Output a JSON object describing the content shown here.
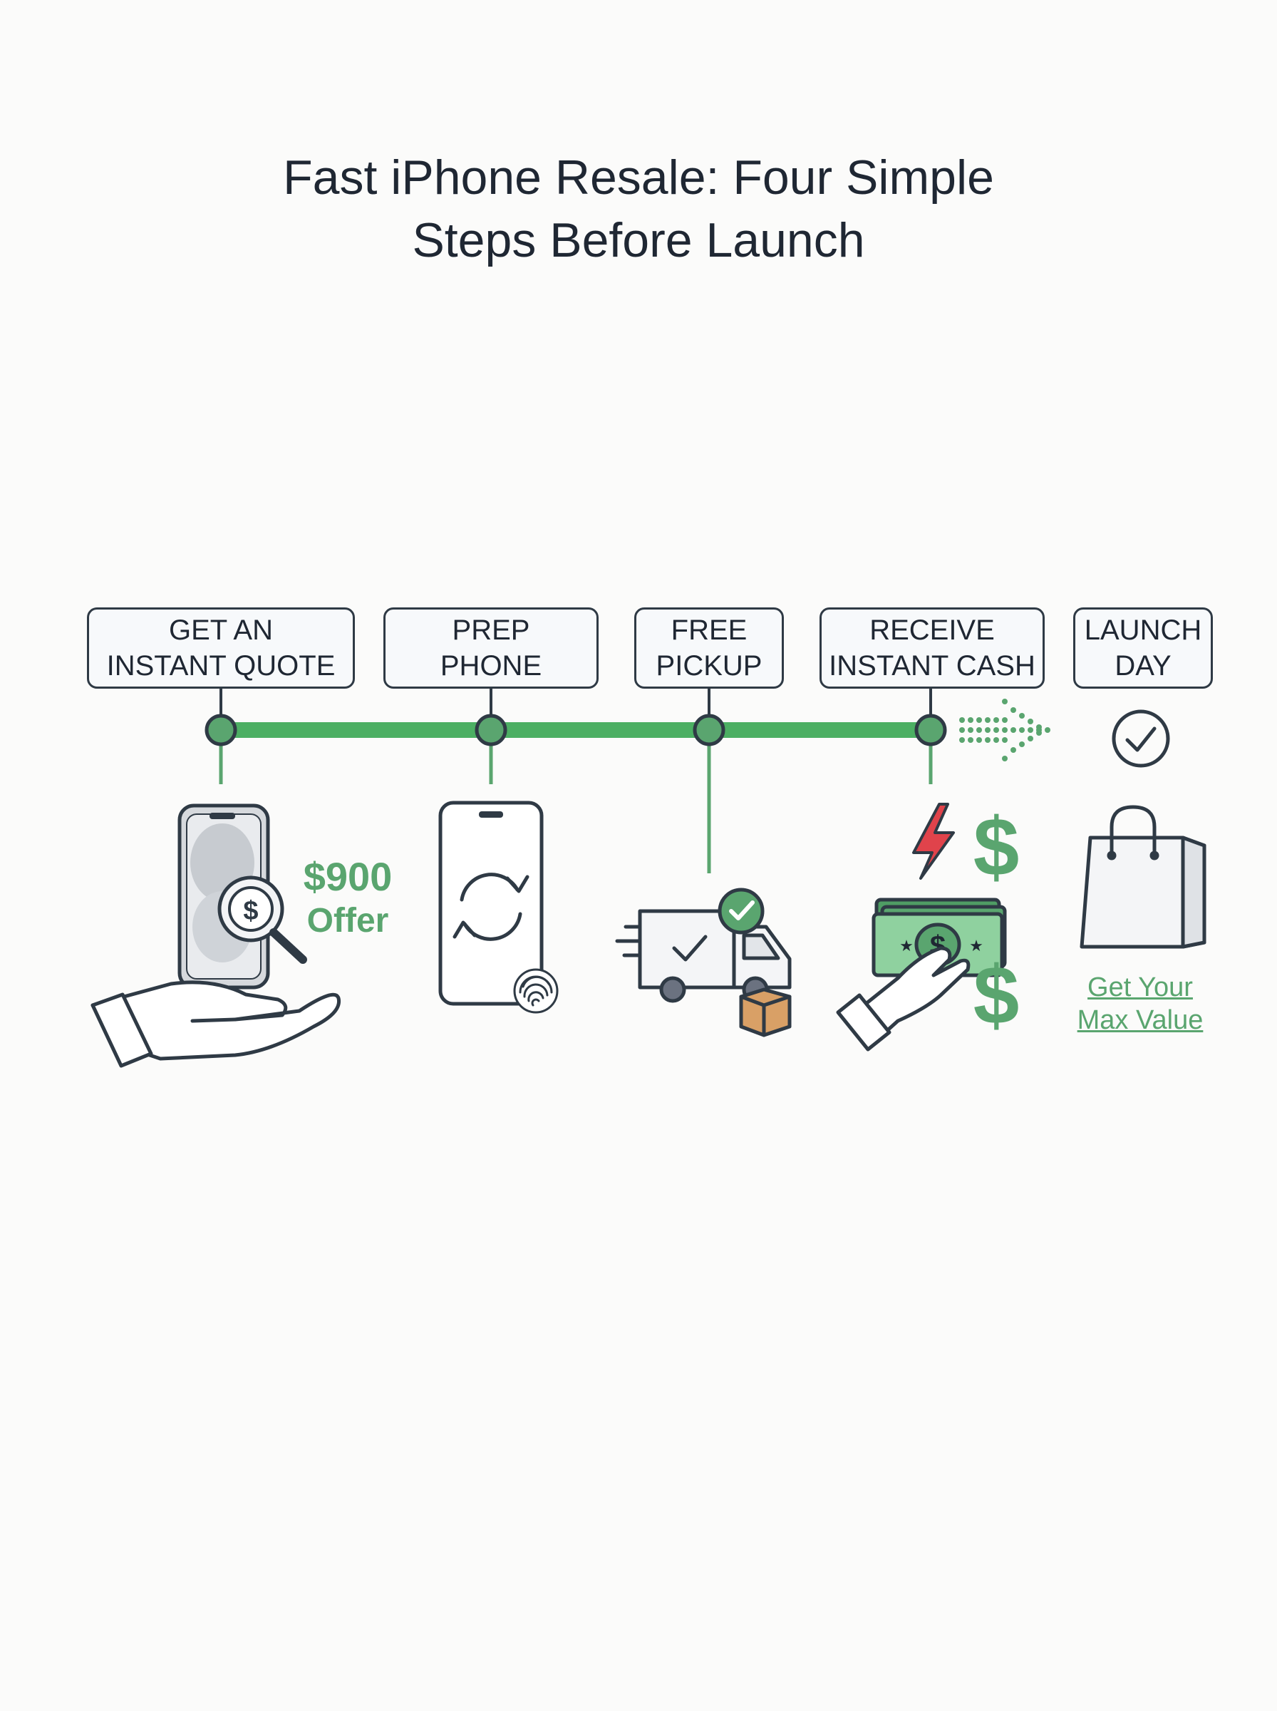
{
  "title": {
    "line1": "Fast iPhone Resale: Four Simple",
    "line2": "Steps Before Launch"
  },
  "steps": [
    {
      "line1": "GET AN",
      "line2": "INSTANT QUOTE",
      "icon": "hand-holding-phone-quote-icon"
    },
    {
      "line1": "PREP",
      "line2": "PHONE",
      "icon": "phone-reset-fingerprint-icon"
    },
    {
      "line1": "FREE",
      "line2": "PICKUP",
      "icon": "delivery-truck-icon"
    },
    {
      "line1": "RECEIVE",
      "line2": "INSTANT CASH",
      "icon": "hand-cash-icon"
    },
    {
      "line1": "LAUNCH",
      "line2": "DAY",
      "icon": "shopping-bag-icon"
    }
  ],
  "offer": {
    "amount": "$900",
    "label": "Offer"
  },
  "cta": {
    "line1": "Get Your",
    "line2": "Max Value"
  },
  "colors": {
    "accent_green": "#5aa56f",
    "line_green": "#4caf63",
    "outline": "#2f3a45",
    "bolt_red": "#e0434b",
    "box_brown": "#d9a066",
    "background": "#fbfbfa"
  }
}
